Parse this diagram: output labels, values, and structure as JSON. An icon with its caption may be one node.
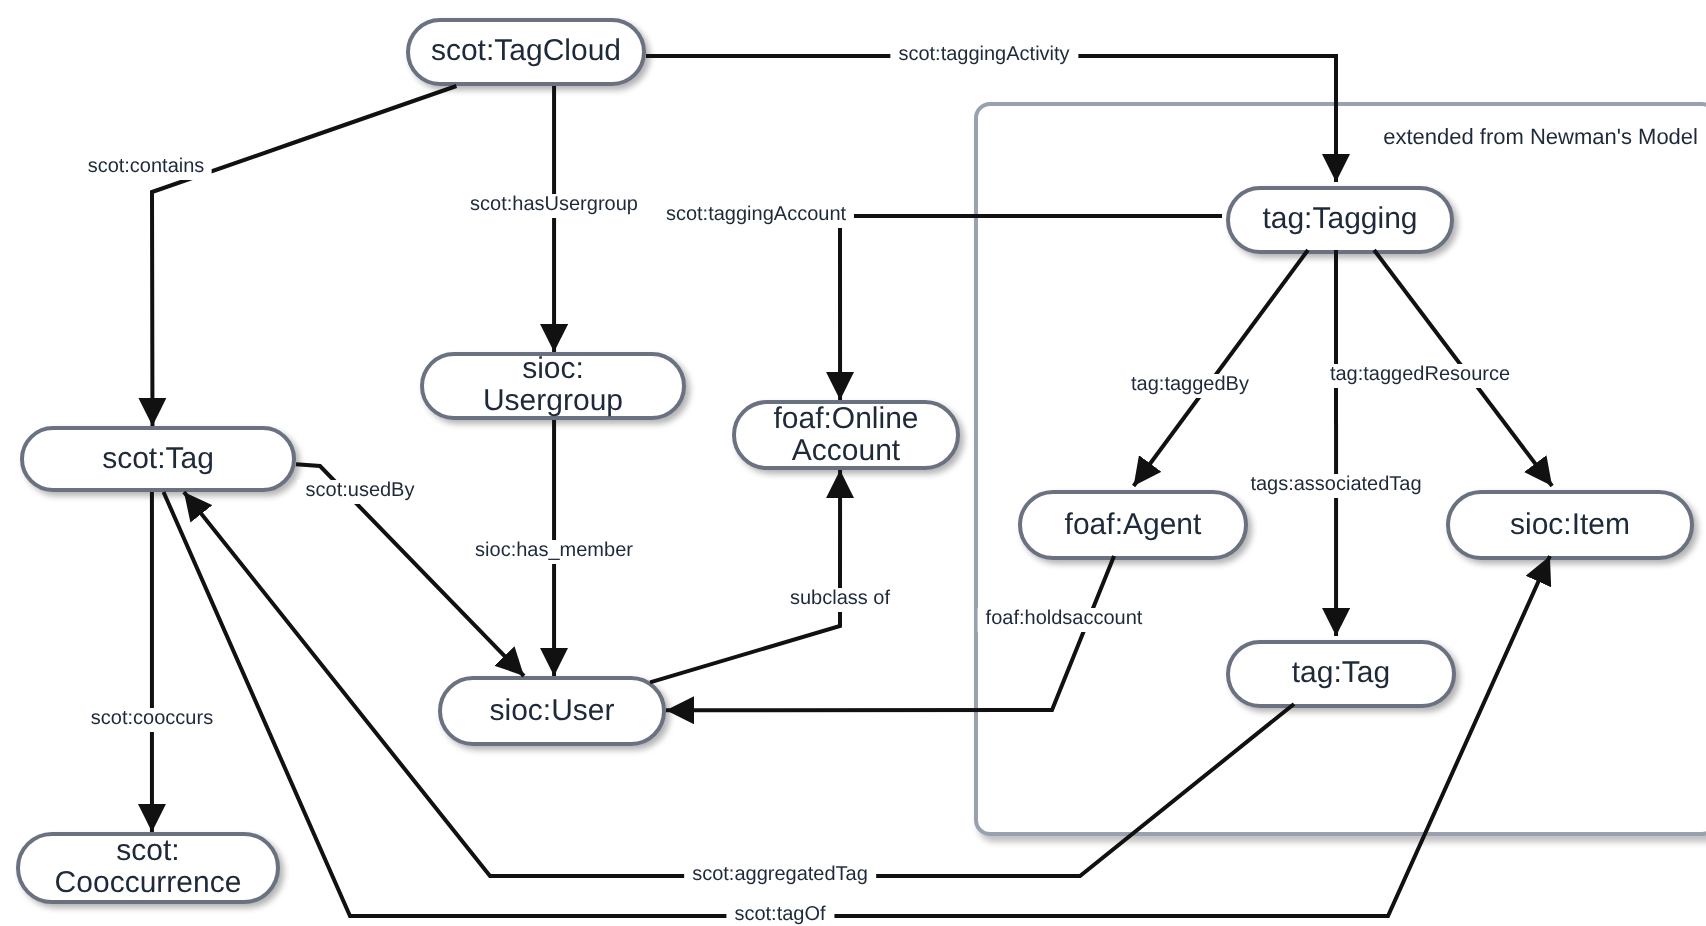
{
  "diagram": {
    "nodes": [
      {
        "text": [
          "scot:TagCloud"
        ]
      },
      {
        "text": [
          "extended from Newman's Model"
        ]
      },
      {
        "text": [
          "tag:Tagging"
        ],
        "in": 1
      },
      {
        "text": [
          "sioc: Usergroup"
        ]
      },
      {
        "text": [
          "foaf:Online Account"
        ]
      },
      {
        "text": [
          "scot:Tag"
        ]
      },
      {
        "text": [
          "foaf:Agent"
        ],
        "in": 1
      },
      {
        "text": [
          "sioc:Item"
        ],
        "in": 1
      },
      {
        "text": [
          "sioc:User"
        ]
      },
      {
        "text": [
          "tag:Tag"
        ],
        "in": 1
      },
      {
        "text": [
          "scot: Cooccurrence"
        ]
      }
    ],
    "edges": [
      {
        "from": 0,
        "to": 5,
        "arrow": "to",
        "label": "scot:contains"
      },
      {
        "from": 0,
        "to": 2,
        "arrow": "to",
        "label": "scot:taggingActivity"
      },
      {
        "from": 0,
        "to": 3,
        "arrow": "to",
        "label": "scot:hasUsergroup"
      },
      {
        "from": 2,
        "to": 4,
        "arrow": "to",
        "label": "scot:taggingAccount"
      },
      {
        "from": 2,
        "to": 6,
        "arrow": "to",
        "label": "tag:taggedBy"
      },
      {
        "from": 2,
        "to": 9,
        "arrow": "to",
        "label": "tags:associatedTag"
      },
      {
        "from": 2,
        "to": 7,
        "arrow": "to",
        "label": "tag:taggedResource"
      },
      {
        "from": 5,
        "to": 8,
        "arrow": "to",
        "label": "scot:usedBy"
      },
      {
        "from": 3,
        "to": 8,
        "arrow": "to",
        "label": "sioc:has_member"
      },
      {
        "from": 8,
        "to": 4,
        "arrow": "to",
        "label": "subclass of"
      },
      {
        "from": 6,
        "to": 8,
        "arrow": "to",
        "label": "foaf:holdsaccount"
      },
      {
        "from": 9,
        "to": 5,
        "arrow": "to",
        "label": "scot:aggregatedTag"
      },
      {
        "from": 5,
        "to": 7,
        "arrow": "to",
        "label": "scot:tagOf"
      },
      {
        "from": 5,
        "to": 10,
        "arrow": "to",
        "label": "scot:cooccurs"
      }
    ]
  }
}
